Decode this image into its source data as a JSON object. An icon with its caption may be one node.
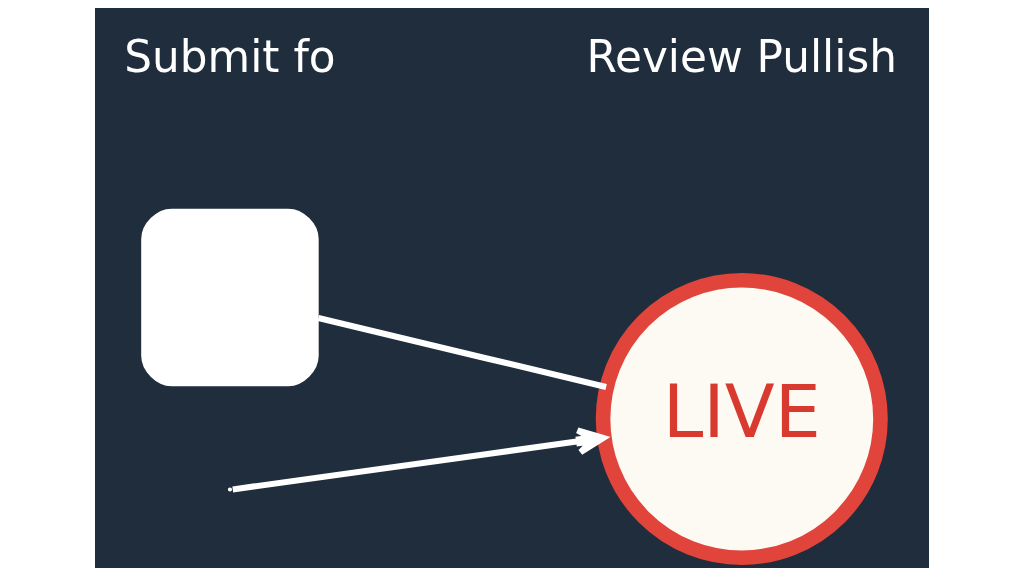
{
  "diagram": {
    "nodes": [
      {
        "text": [],
        "shape": "box"
      },
      {
        "text": [
          "LIVE"
        ]
      }
    ],
    "edges": [
      {
        "from": null,
        "to": 1,
        "arrow": "to"
      },
      {
        "from": 0,
        "to": 1,
        "arrow": "none"
      }
    ],
    "labels": [
      "Submit fo",
      "Review Pullish"
    ]
  }
}
